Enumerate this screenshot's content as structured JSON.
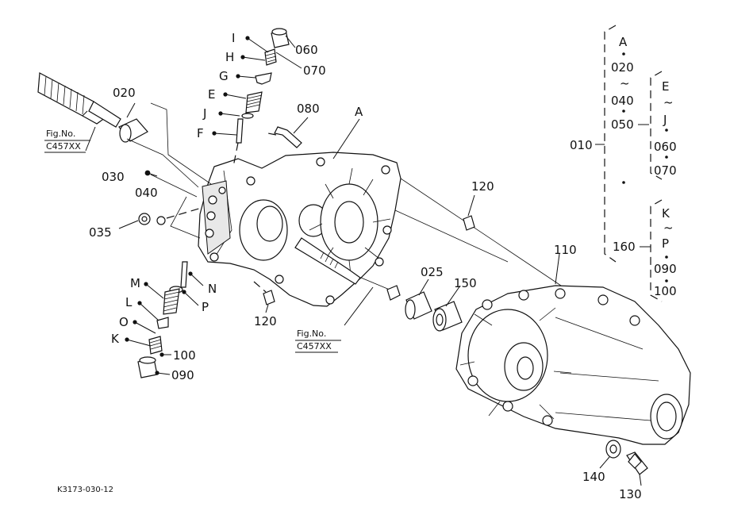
{
  "drawing_code": "K3173-030-12",
  "fig_refs": [
    {
      "line1": "Fig.No.",
      "line2": "C457XX"
    },
    {
      "line1": "Fig.No.",
      "line2": "C457XX"
    }
  ],
  "callouts": {
    "p060": "060",
    "p070": "070",
    "pI": "I",
    "pH": "H",
    "pG": "G",
    "pE": "E",
    "pJ": "J",
    "pF": "F",
    "p080": "080",
    "pA": "A",
    "p020": "020",
    "p030": "030",
    "p040": "040",
    "p035": "035",
    "p120a": "120",
    "p120b": "120",
    "p110": "110",
    "p025": "025",
    "p150": "150",
    "pM": "M",
    "pN": "N",
    "pL": "L",
    "pP": "P",
    "pO": "O",
    "pK": "K",
    "p100": "100",
    "p090": "090",
    "p140": "140",
    "p130": "130"
  },
  "assembly_list": {
    "main": "010",
    "group1": [
      "A",
      "020",
      "~",
      "040",
      "050"
    ],
    "group2": [
      "E",
      "~",
      "J",
      "060",
      "070"
    ],
    "group3_left": "160",
    "group3": [
      "K",
      "~",
      "P",
      "090",
      "100"
    ]
  }
}
